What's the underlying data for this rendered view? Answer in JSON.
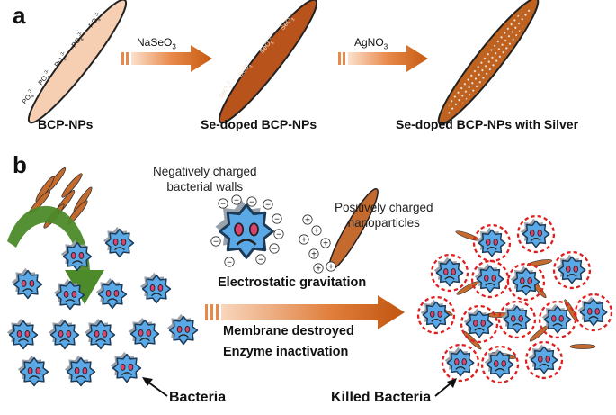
{
  "panels": {
    "a": "a",
    "b": "b"
  },
  "panel_a": {
    "stage1_caption": "BCP-NPs",
    "stage2_caption": "Se-doped BCP-NPs",
    "stage3_caption": "Se-doped BCP-NPs with Silver",
    "reagent1": {
      "main": "NaSeO",
      "sub": "3"
    },
    "reagent2": {
      "main": "AgNO",
      "sub": "3"
    },
    "phosphate": {
      "main": "PO",
      "sub": "4",
      "sup": "3-"
    },
    "selenite": {
      "main": "SeO",
      "sub": "3",
      "sup": "2-"
    }
  },
  "panel_b": {
    "neg_label": "Negatively charged\nbacterial walls",
    "pos_label": "Positively charged\nnanoparticles",
    "mechanism1": "Electrostatic gravitation",
    "mechanism2": "Membrane destroyed",
    "mechanism3": "Enzyme inactivation",
    "bacteria_label": "Bacteria",
    "killed_label": "Killed Bacteria",
    "minus_sign": "−",
    "plus_sign": "+"
  },
  "colors": {
    "bcp_fill": "#f6cfb2",
    "se_fill": "#b8531c",
    "rod_fill": "#c46a2e",
    "arrow_dark": "#c55a11",
    "arrow_light": "#f4b183",
    "bacteria_fill": "#5aa9e6",
    "bacteria_shadow": "#9aa3ad",
    "nucleus": "#d9436e",
    "ring": "#e02020",
    "green_arrow": "#4c8a2a",
    "silver_dots": "#e0e0e0"
  }
}
